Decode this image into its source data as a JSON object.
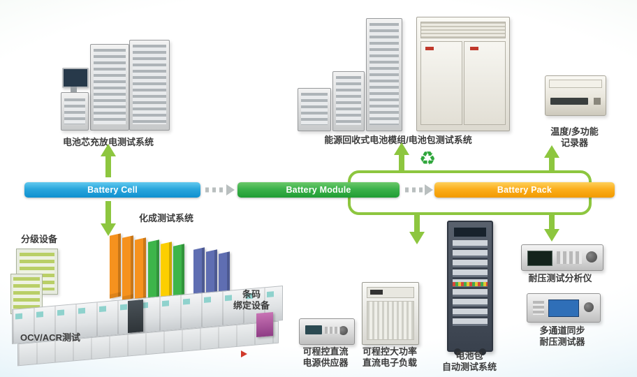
{
  "flow": {
    "cell": "Battery Cell",
    "module": "Battery Module",
    "pack": "Battery Pack",
    "colors": {
      "cell_banner": "#1e9cd7",
      "module_banner": "#2fa33a",
      "pack_banner": "#f6a800",
      "arrow_green": "#8dc63f",
      "dashed_connector": "#b9bfbf",
      "recycle_green": "#2fa63c"
    }
  },
  "recycle_icon": "♻",
  "top": {
    "cell_tester_label": "电池芯充放电测试系统",
    "module_pack_tester_label": "能源回收式电池模组/电池包测试系统",
    "temp_recorder_line1": "温度/多功能",
    "temp_recorder_line2": "记录器"
  },
  "bottom": {
    "formation_label": "化成测试系统",
    "grading_label": "分级设备",
    "barcode_line1": "条码",
    "barcode_line2": "绑定设备",
    "ocv_label": "OCV/ACR测试",
    "dc_supply_line1": "可程控直流",
    "dc_supply_line2": "电源供应器",
    "dc_load_line1": "可程控大功率",
    "dc_load_line2": "直流电子负载",
    "pack_tester_line1": "电池包",
    "pack_tester_line2": "自动测试系统",
    "hipot_analyzer_label": "耐压测试分析仪",
    "multi_hipot_line1": "多通道同步",
    "multi_hipot_line2": "耐压测试器"
  }
}
